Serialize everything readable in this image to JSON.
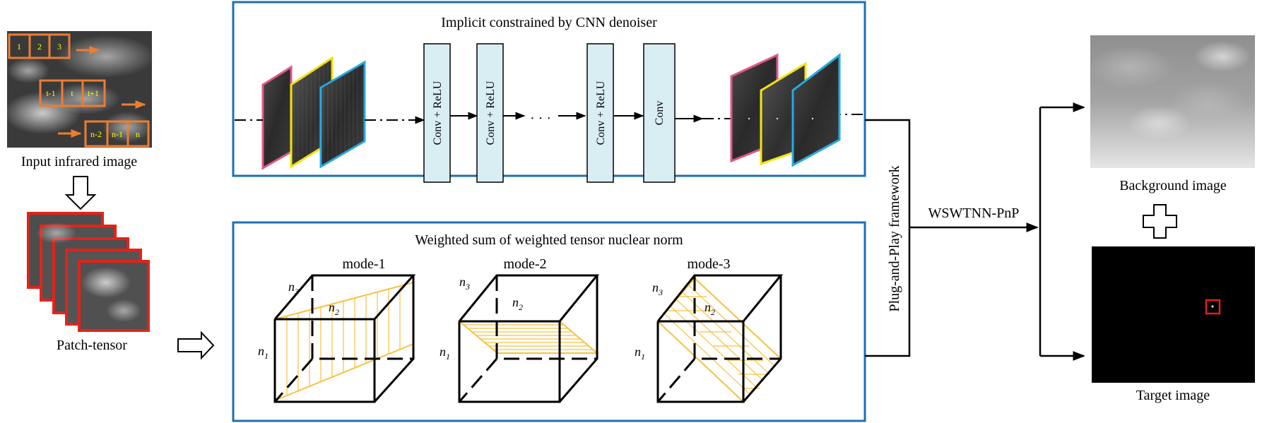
{
  "input": {
    "caption": "Input infrared image",
    "patch_labels": [
      "1",
      "2",
      "3",
      "t-1",
      "t",
      "t+1",
      "n-2",
      "n-1",
      "n"
    ]
  },
  "patch_tensor": {
    "caption": "Patch-tensor"
  },
  "cnn_panel": {
    "title": "Implicit constrained by CNN denoiser",
    "layer1": "Conv + ReLU",
    "layer2": "Conv + ReLU",
    "ellipsis": "· · ·",
    "layer3": "Conv + ReLU",
    "layer4": "Conv"
  },
  "norm_panel": {
    "title": "Weighted sum of weighted tensor nuclear norm",
    "mode1": "mode-1",
    "mode2": "mode-2",
    "mode3": "mode-3",
    "dim_letter": "n",
    "dim_sub1": "1",
    "dim_sub2": "2",
    "dim_sub3": "3"
  },
  "framework": {
    "vertical_label": "Plug-and-Play framework",
    "method_label": "WSWTNN-PnP"
  },
  "outputs": {
    "background_caption": "Background image",
    "target_caption": "Target image"
  },
  "colors": {
    "panel_border": "#1f6fb2",
    "conv_fill": "#d9eef3",
    "patch_orange": "#ed7d31",
    "label_yellow": "#ffff00",
    "hatch": "#f5c242",
    "feature_pink": "#e0568a",
    "feature_yellow": "#f5e50c",
    "feature_cyan": "#27aae1",
    "tensor_red": "#e2231a"
  }
}
